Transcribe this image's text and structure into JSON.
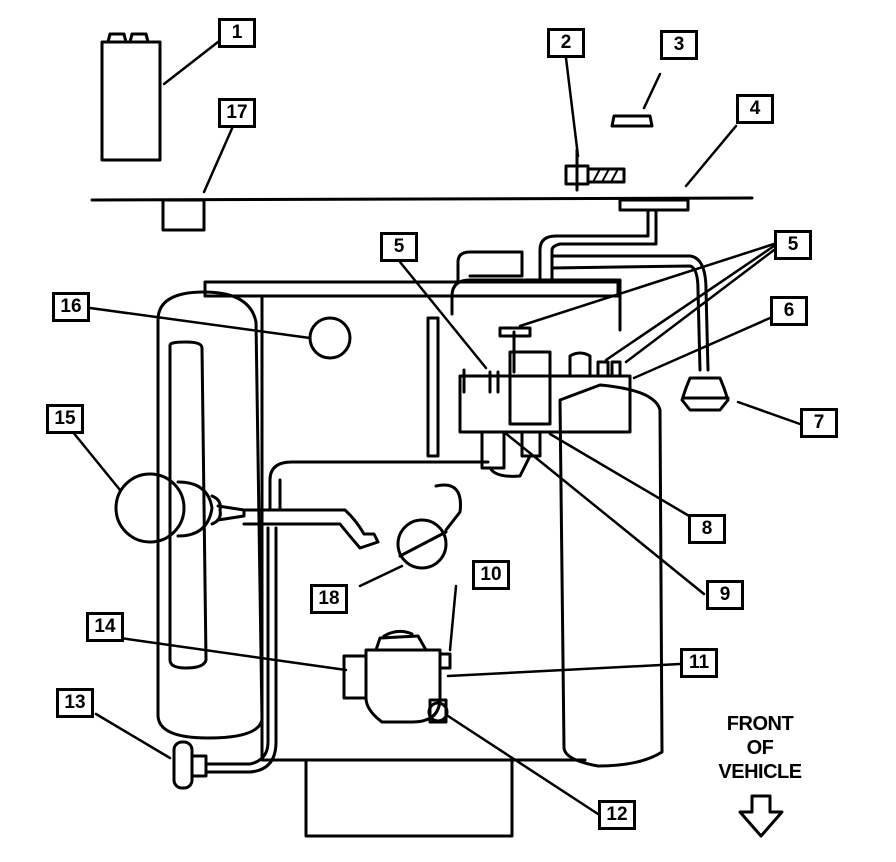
{
  "callouts": {
    "c1": "1",
    "c2": "2",
    "c3": "3",
    "c4": "4",
    "c5a": "5",
    "c5b": "5",
    "c6": "6",
    "c7": "7",
    "c8": "8",
    "c9": "9",
    "c10": "10",
    "c11": "11",
    "c12": "12",
    "c13": "13",
    "c14": "14",
    "c15": "15",
    "c16": "16",
    "c17": "17",
    "c18": "18"
  },
  "front_label": {
    "line1": "FRONT",
    "line2": "OF",
    "line3": "VEHICLE"
  },
  "icons": {
    "direction_arrow": "down-arrow-icon"
  },
  "colors": {
    "ink": "#000000",
    "paper": "#ffffff"
  }
}
